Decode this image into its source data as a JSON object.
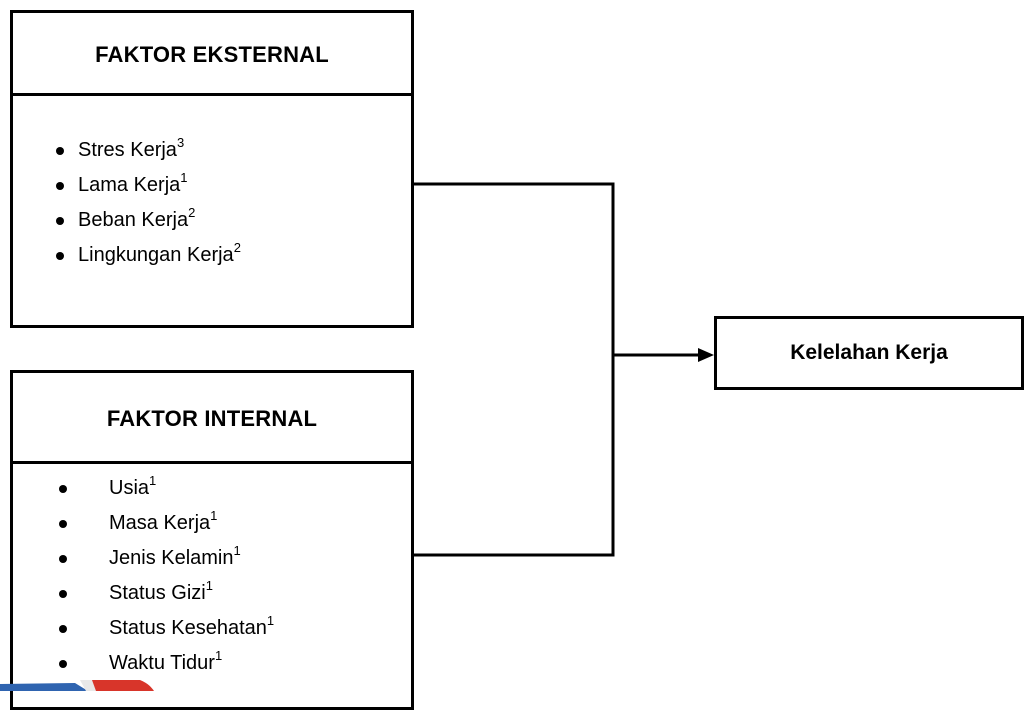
{
  "external_factors": {
    "title": "FAKTOR EKSTERNAL",
    "items": [
      {
        "label": "Stres Kerja",
        "ref": "3"
      },
      {
        "label": "Lama Kerja",
        "ref": "1"
      },
      {
        "label": "Beban Kerja",
        "ref": "2"
      },
      {
        "label": "Lingkungan Kerja",
        "ref": "2"
      }
    ]
  },
  "internal_factors": {
    "title": "FAKTOR INTERNAL",
    "items": [
      {
        "label": "Usia",
        "ref": "1"
      },
      {
        "label": "Masa Kerja",
        "ref": "1"
      },
      {
        "label": "Jenis Kelamin",
        "ref": "1"
      },
      {
        "label": "Status Gizi",
        "ref": "1"
      },
      {
        "label": "Status Kesehatan",
        "ref": "1"
      },
      {
        "label": "Waktu Tidur",
        "ref": "1"
      }
    ]
  },
  "outcome": {
    "label": "Kelelahan Kerja"
  },
  "colors": {
    "line": "#000000",
    "logo_blue": "#2f64b0",
    "logo_red": "#d8352a"
  }
}
